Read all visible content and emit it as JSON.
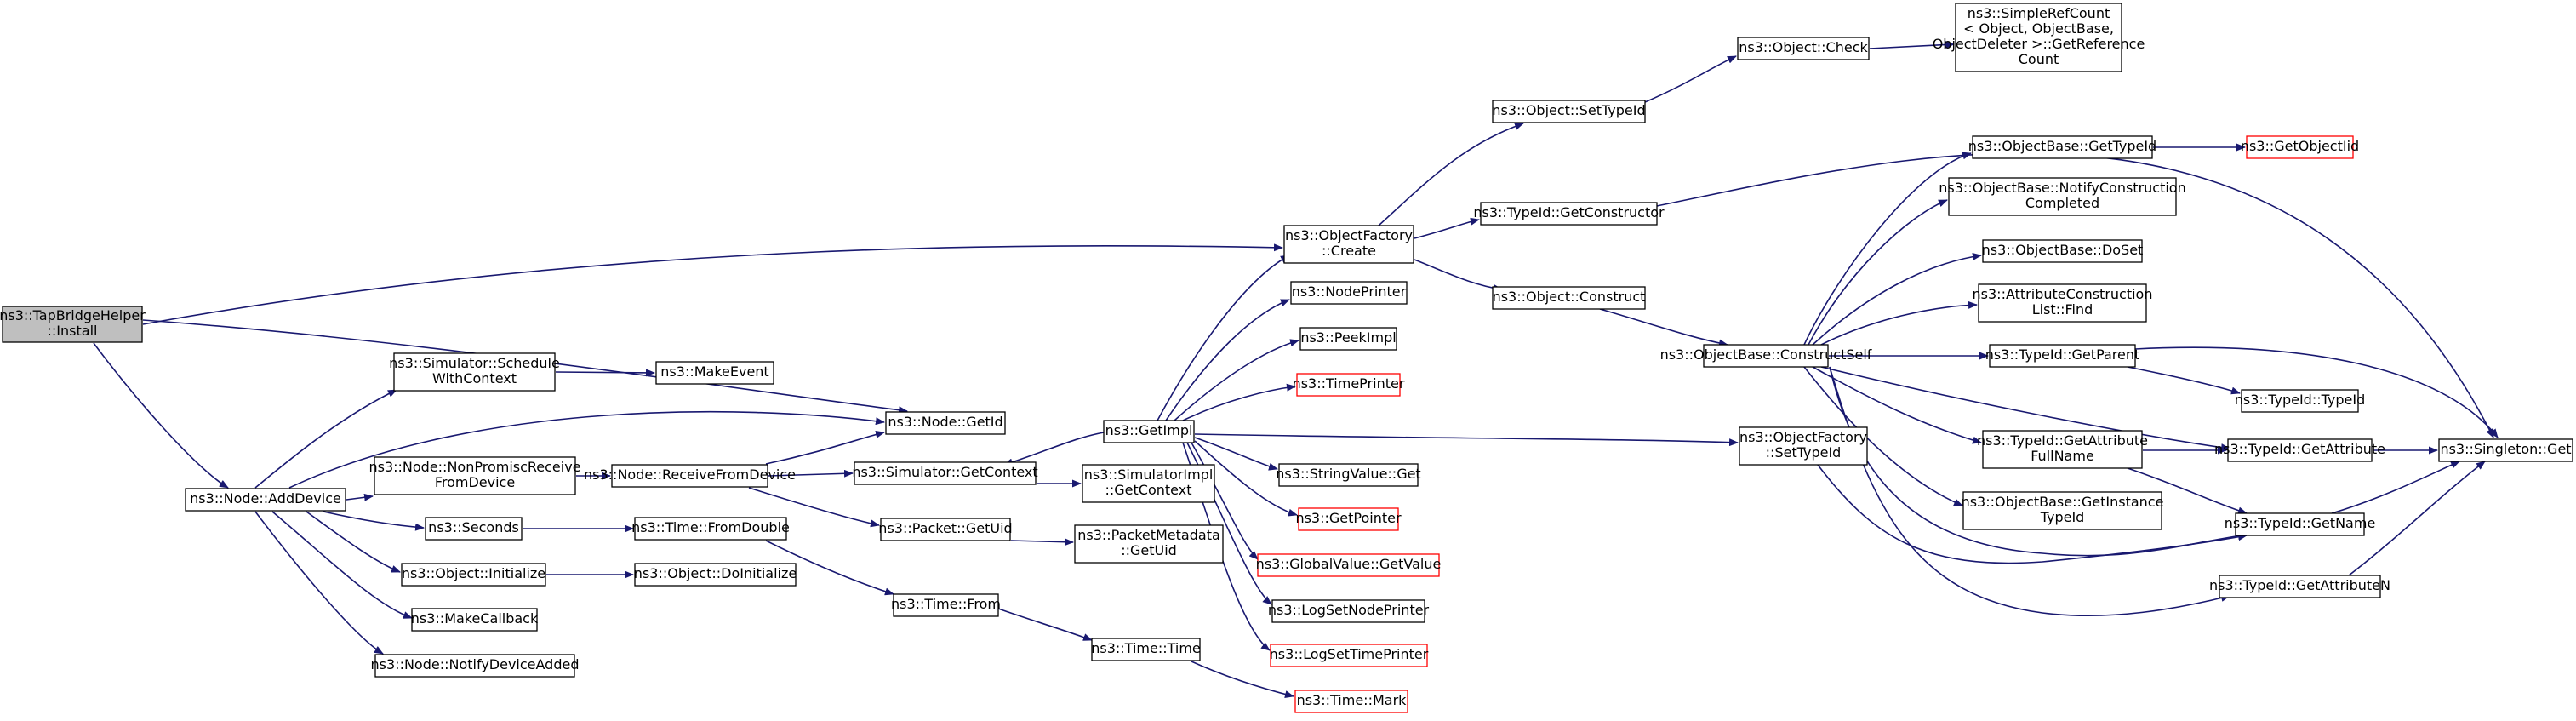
{
  "graph": {
    "edge_color": "#191970",
    "node_border_color": "#000000",
    "truncated_border_color": "#ff0000",
    "root_fill": "#bfbfbf",
    "nodes": [
      {
        "id": "n0",
        "lines": [
          "ns3::TapBridgeHelper",
          "::Install"
        ],
        "style": "root"
      },
      {
        "id": "n1",
        "lines": [
          "ns3::Node::AddDevice"
        ],
        "style": "normal"
      },
      {
        "id": "n2",
        "lines": [
          "ns3::Simulator::Schedule",
          "WithContext"
        ],
        "style": "normal"
      },
      {
        "id": "n3",
        "lines": [
          "ns3::MakeEvent"
        ],
        "style": "normal"
      },
      {
        "id": "n4",
        "lines": [
          "ns3::Node::GetId"
        ],
        "style": "normal"
      },
      {
        "id": "n5",
        "lines": [
          "ns3::Node::NonPromiscReceive",
          "FromDevice"
        ],
        "style": "normal"
      },
      {
        "id": "n6",
        "lines": [
          "ns3::Node::ReceiveFromDevice"
        ],
        "style": "normal"
      },
      {
        "id": "n7",
        "lines": [
          "ns3::Seconds"
        ],
        "style": "normal"
      },
      {
        "id": "n8",
        "lines": [
          "ns3::Time::FromDouble"
        ],
        "style": "normal"
      },
      {
        "id": "n9",
        "lines": [
          "ns3::Object::Initialize"
        ],
        "style": "normal"
      },
      {
        "id": "n10",
        "lines": [
          "ns3::Object::DoInitialize"
        ],
        "style": "normal"
      },
      {
        "id": "n11",
        "lines": [
          "ns3::MakeCallback"
        ],
        "style": "normal"
      },
      {
        "id": "n12",
        "lines": [
          "ns3::Node::NotifyDeviceAdded"
        ],
        "style": "normal"
      },
      {
        "id": "n13",
        "lines": [
          "ns3::Simulator::GetContext"
        ],
        "style": "normal"
      },
      {
        "id": "n14",
        "lines": [
          "ns3::Packet::GetUid"
        ],
        "style": "normal"
      },
      {
        "id": "n15",
        "lines": [
          "ns3::Time::From"
        ],
        "style": "normal"
      },
      {
        "id": "n16",
        "lines": [
          "ns3::Time::Time"
        ],
        "style": "normal"
      },
      {
        "id": "n17",
        "lines": [
          "ns3::Time::Mark"
        ],
        "style": "truncated"
      },
      {
        "id": "n18",
        "lines": [
          "ns3::GetImpl"
        ],
        "style": "normal"
      },
      {
        "id": "n19",
        "lines": [
          "ns3::SimulatorImpl",
          "::GetContext"
        ],
        "style": "normal"
      },
      {
        "id": "n20",
        "lines": [
          "ns3::PacketMetadata",
          "::GetUid"
        ],
        "style": "normal"
      },
      {
        "id": "n21",
        "lines": [
          "ns3::ObjectFactory",
          "::Create"
        ],
        "style": "normal"
      },
      {
        "id": "n22",
        "lines": [
          "ns3::NodePrinter"
        ],
        "style": "normal"
      },
      {
        "id": "n23",
        "lines": [
          "ns3::PeekImpl"
        ],
        "style": "normal"
      },
      {
        "id": "n24",
        "lines": [
          "ns3::TimePrinter"
        ],
        "style": "truncated"
      },
      {
        "id": "n25",
        "lines": [
          "ns3::StringValue::Get"
        ],
        "style": "normal"
      },
      {
        "id": "n26",
        "lines": [
          "ns3::GetPointer"
        ],
        "style": "truncated"
      },
      {
        "id": "n27",
        "lines": [
          "ns3::GlobalValue::GetValue"
        ],
        "style": "truncated"
      },
      {
        "id": "n28",
        "lines": [
          "ns3::LogSetNodePrinter"
        ],
        "style": "normal"
      },
      {
        "id": "n29",
        "lines": [
          "ns3::LogSetTimePrinter"
        ],
        "style": "truncated"
      },
      {
        "id": "n30",
        "lines": [
          "ns3::Object::SetTypeId"
        ],
        "style": "normal"
      },
      {
        "id": "n31",
        "lines": [
          "ns3::Object::Check"
        ],
        "style": "normal"
      },
      {
        "id": "n32",
        "lines": [
          "ns3::SimpleRefCount",
          "< Object, ObjectBase,",
          " ObjectDeleter >::GetReference",
          "Count"
        ],
        "style": "normal"
      },
      {
        "id": "n33",
        "lines": [
          "ns3::TypeId::GetConstructor"
        ],
        "style": "normal"
      },
      {
        "id": "n34",
        "lines": [
          "ns3::Object::Construct"
        ],
        "style": "normal"
      },
      {
        "id": "n35",
        "lines": [
          "ns3::ObjectBase::ConstructSelf"
        ],
        "style": "normal"
      },
      {
        "id": "n36",
        "lines": [
          "ns3::ObjectFactory",
          "::SetTypeId"
        ],
        "style": "normal"
      },
      {
        "id": "n37",
        "lines": [
          "ns3::ObjectBase::GetTypeId"
        ],
        "style": "normal"
      },
      {
        "id": "n38",
        "lines": [
          "ns3::GetObjectIid"
        ],
        "style": "truncated"
      },
      {
        "id": "n39",
        "lines": [
          "ns3::ObjectBase::NotifyConstruction",
          "Completed"
        ],
        "style": "normal"
      },
      {
        "id": "n40",
        "lines": [
          "ns3::ObjectBase::DoSet"
        ],
        "style": "normal"
      },
      {
        "id": "n41",
        "lines": [
          "ns3::AttributeConstruction",
          "List::Find"
        ],
        "style": "normal"
      },
      {
        "id": "n42",
        "lines": [
          "ns3::TypeId::GetParent"
        ],
        "style": "normal"
      },
      {
        "id": "n43",
        "lines": [
          "ns3::TypeId::TypeId"
        ],
        "style": "normal"
      },
      {
        "id": "n44",
        "lines": [
          "ns3::TypeId::GetAttribute",
          "FullName"
        ],
        "style": "normal"
      },
      {
        "id": "n45",
        "lines": [
          "ns3::TypeId::GetAttribute"
        ],
        "style": "normal"
      },
      {
        "id": "n46",
        "lines": [
          "ns3::ObjectBase::GetInstance",
          "TypeId"
        ],
        "style": "normal"
      },
      {
        "id": "n47",
        "lines": [
          "ns3::TypeId::GetName"
        ],
        "style": "normal"
      },
      {
        "id": "n48",
        "lines": [
          "ns3::TypeId::GetAttributeN"
        ],
        "style": "normal"
      },
      {
        "id": "n49",
        "lines": [
          "ns3::Singleton::Get"
        ],
        "style": "normal"
      }
    ]
  }
}
